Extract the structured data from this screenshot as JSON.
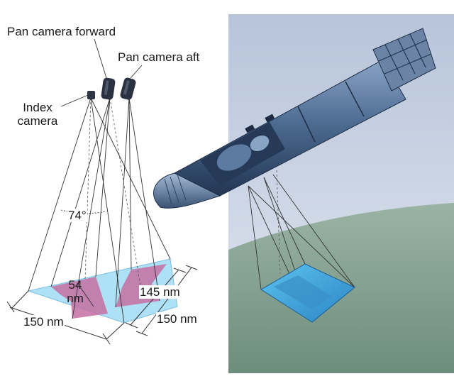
{
  "labels": {
    "pan_forward": "Pan camera forward",
    "pan_aft": "Pan camera aft",
    "index_line1": "Index",
    "index_line2": "camera",
    "angle": "74°",
    "width_54_line1": "54",
    "width_54_line2": "nm",
    "dim_145": "145 nm",
    "dim_150_right": "150 nm",
    "dim_150_bottom": "150 nm"
  },
  "colors": {
    "sky_top": "#bcc8dc",
    "sky_bottom": "#dde4ef",
    "earth": "#87a393",
    "footprint_blue": "#aee0f6",
    "swath_magenta": "#c56fa2",
    "satellite_body": "#56759a",
    "lines": "#333333"
  }
}
